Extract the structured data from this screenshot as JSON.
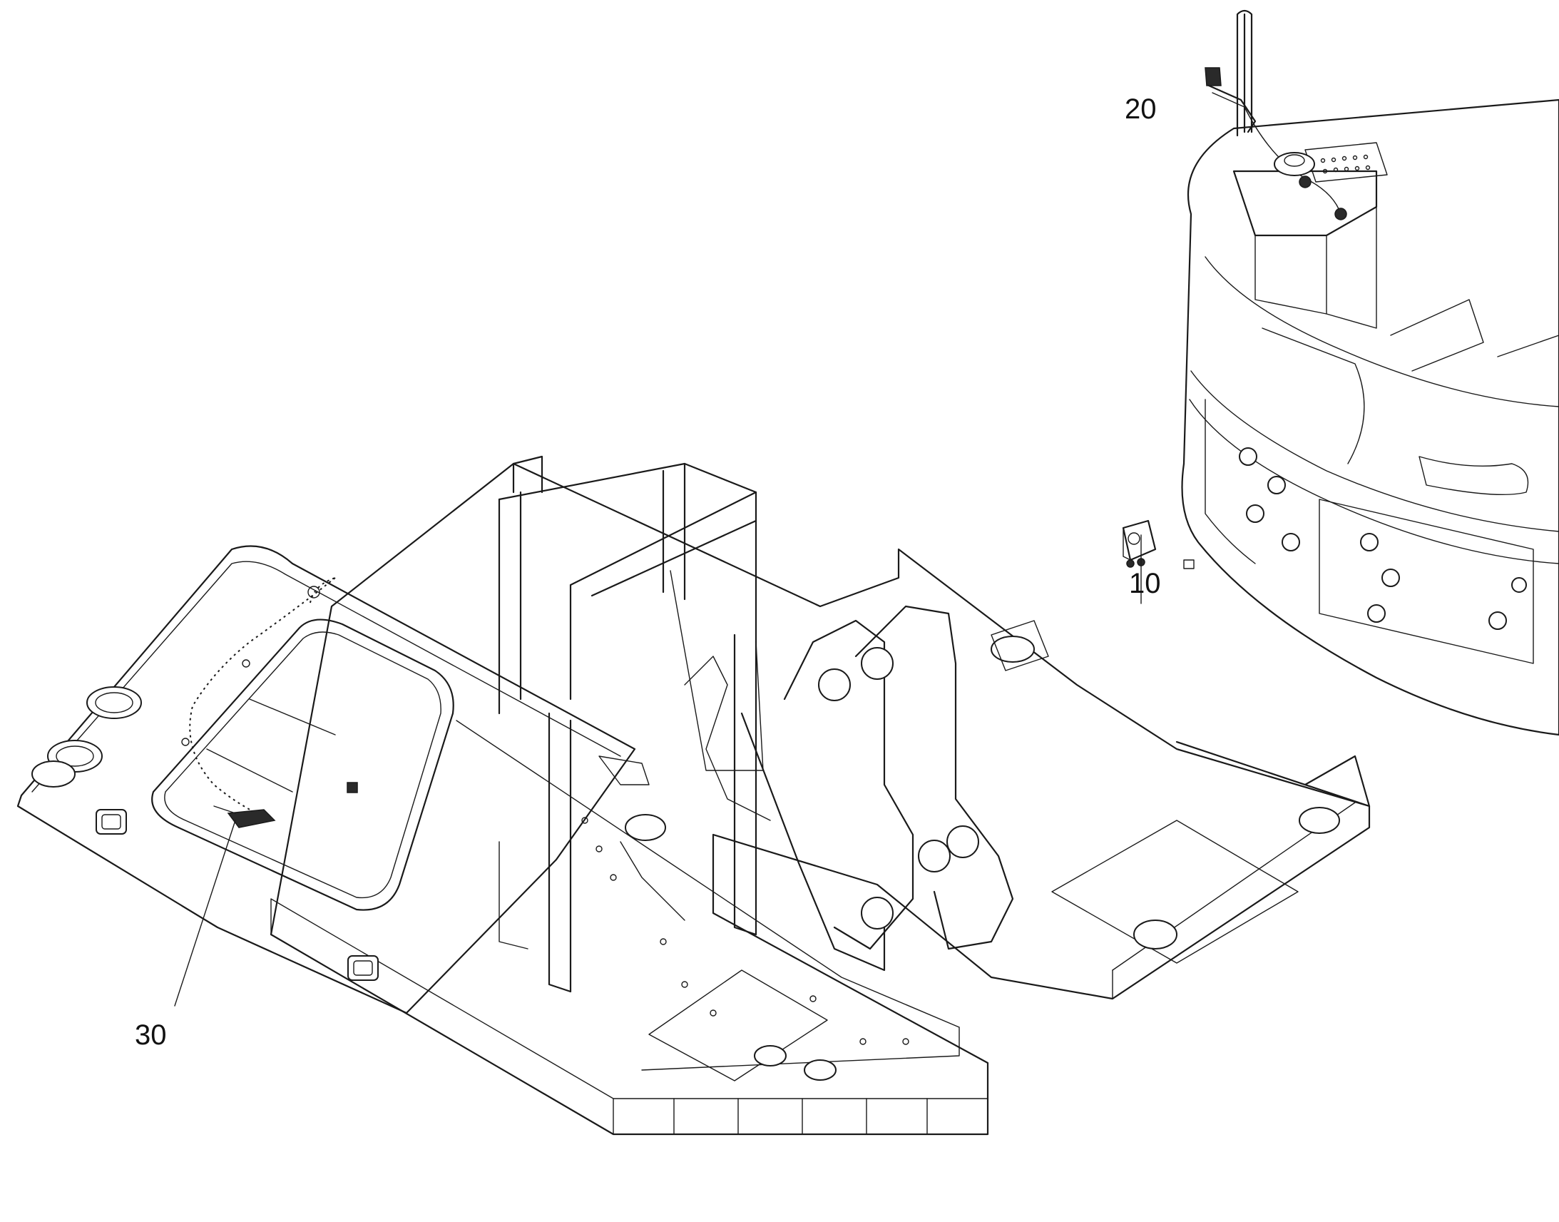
{
  "callouts": [
    {
      "id": "10",
      "label": "10"
    },
    {
      "id": "20",
      "label": "20"
    },
    {
      "id": "30",
      "label": "30"
    }
  ],
  "colors": {
    "line": "#1a1a1a",
    "background": "#ffffff"
  }
}
